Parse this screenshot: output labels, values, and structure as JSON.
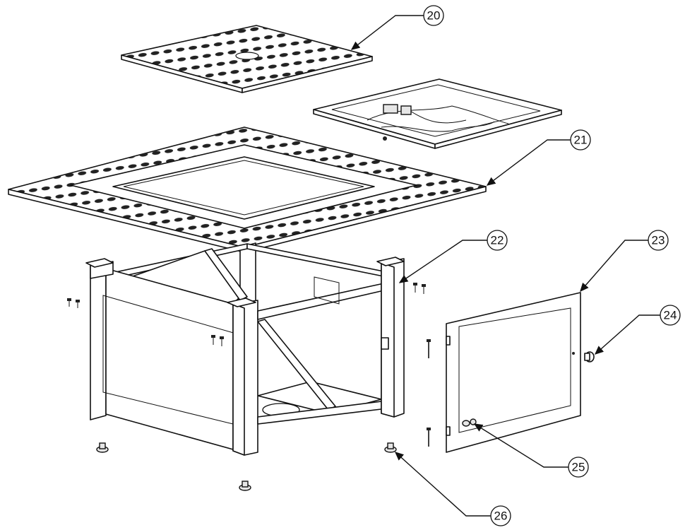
{
  "diagram": {
    "callouts": [
      {
        "id": "20",
        "label": "20"
      },
      {
        "id": "21",
        "label": "21"
      },
      {
        "id": "22",
        "label": "22"
      },
      {
        "id": "23",
        "label": "23"
      },
      {
        "id": "24",
        "label": "24"
      },
      {
        "id": "25",
        "label": "25"
      },
      {
        "id": "26",
        "label": "26"
      }
    ]
  }
}
